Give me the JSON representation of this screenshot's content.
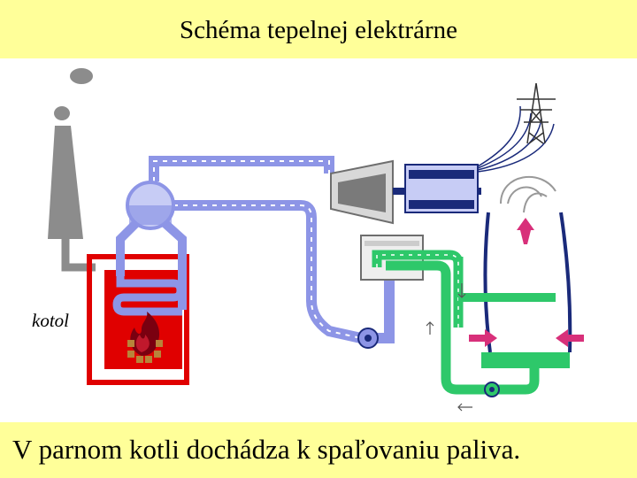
{
  "header": {
    "title": "Schéma tepelnej elektrárne"
  },
  "labels": {
    "boiler": "kotol"
  },
  "caption": {
    "text": "V parnom kotli dochádza k spaľovaniu paliva."
  },
  "colors": {
    "title_bg": "#ffff99",
    "steam_pipe": "#8d95e6",
    "steam_pipe_light": "#b8bdf2",
    "cooling_pipe": "#2ec86a",
    "boiler_red": "#e00000",
    "highlight_frame": "#e00000",
    "chimney_gray": "#8c8c8c",
    "turbine_gray": "#6e6e6e",
    "generator_navy": "#1a2a7a",
    "arrow_magenta": "#d8307a",
    "tower_outline": "#1a2a7a"
  },
  "icons": [
    "flame-icon",
    "pump-icon",
    "power-pylon-icon",
    "arrow-icon"
  ]
}
